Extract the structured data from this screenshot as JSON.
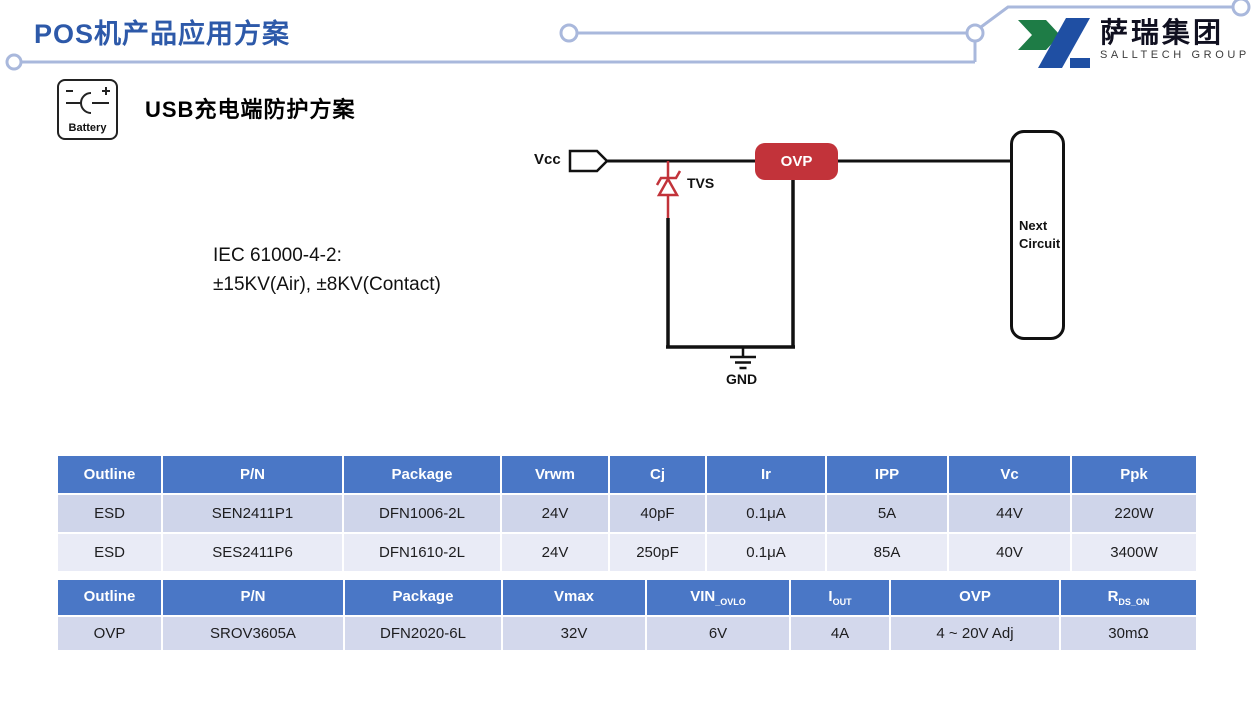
{
  "page": {
    "title": "POS机产品应用方案"
  },
  "logo": {
    "name": "萨瑞集团",
    "subname": "SALLTECH GROUP"
  },
  "section": {
    "battery_label": "Battery",
    "heading": "USB充电端防护方案"
  },
  "iec": {
    "line1": "IEC 61000-4-2:",
    "line2": "±15KV(Air), ±8KV(Contact)"
  },
  "circuit": {
    "vcc": "Vcc",
    "tvs": "TVS",
    "ovp": "OVP",
    "gnd": "GND",
    "next_line1": "Next",
    "next_line2": "Circuit"
  },
  "colors": {
    "title_blue": "#2D59A9",
    "decoration_line": "#A9B8DC",
    "table_header_blue": "#4A77C6",
    "table_row_dark": "#CFD5EA",
    "table_row_light": "#E9EBF6",
    "table2_row": "#D3D8EC",
    "circuit_red": "#C2333A",
    "logo_green": "#1E7C46",
    "logo_blue": "#1F4FA3"
  },
  "tables": [
    {
      "headers": [
        "Outline",
        "P/N",
        "Package",
        "Vrwm",
        "Cj",
        "Ir",
        "IPP",
        "Vc",
        "Ppk"
      ],
      "rows": [
        [
          "ESD",
          "SEN2411P1",
          "DFN1006-2L",
          "24V",
          "40pF",
          "0.1μA",
          "5A",
          "44V",
          "220W"
        ],
        [
          "ESD",
          "SES2411P6",
          "DFN1610-2L",
          "24V",
          "250pF",
          "0.1μA",
          "85A",
          "40V",
          "3400W"
        ]
      ]
    },
    {
      "headers": [
        {
          "main": "Outline",
          "sub": ""
        },
        {
          "main": "P/N",
          "sub": ""
        },
        {
          "main": "Package",
          "sub": ""
        },
        {
          "main": "Vmax",
          "sub": ""
        },
        {
          "main": "VIN",
          "sub": "_OVLO"
        },
        {
          "main": "I",
          "sub": "OUT"
        },
        {
          "main": "OVP",
          "sub": ""
        },
        {
          "main": "R",
          "sub": "DS_ON"
        }
      ],
      "rows": [
        [
          "OVP",
          "SROV3605A",
          "DFN2020-6L",
          "32V",
          "6V",
          "4A",
          "4 ~ 20V Adj",
          "30mΩ"
        ]
      ]
    }
  ]
}
